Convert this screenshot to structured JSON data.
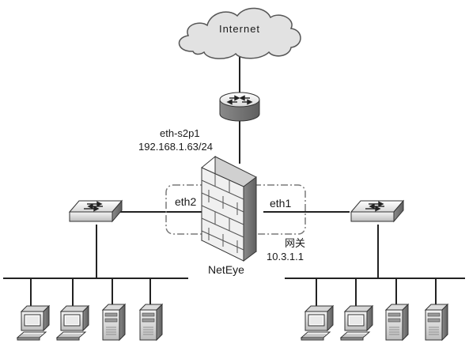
{
  "labels": {
    "internet": "Internet",
    "router_port_name": "eth-s2p1",
    "router_port_ip": "192.168.1.63/24",
    "firewall_left_port": "eth2",
    "firewall_right_port": "eth1",
    "gateway_label": "网关",
    "gateway_ip": "10.3.1.1",
    "firewall_name": "NetEye"
  },
  "icons": {
    "cloud": "cloud-icon",
    "router": "router-icon",
    "firewall": "firewall-icon",
    "switch": "switch-icon",
    "desktop": "desktop-computer-icon",
    "server": "server-tower-icon"
  }
}
